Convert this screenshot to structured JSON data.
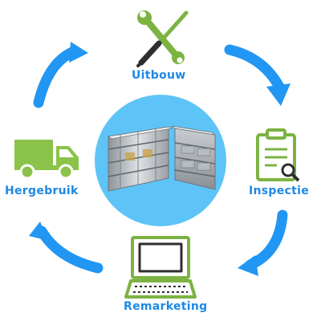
{
  "diagram": {
    "stages": [
      {
        "label": "Uitbouw",
        "icon": "tools-icon"
      },
      {
        "label": "Inspectie",
        "icon": "clipboard-search-icon"
      },
      {
        "label": "Remarketing",
        "icon": "computer-monitor-icon"
      },
      {
        "label": "Hergebruik",
        "icon": "truck-icon"
      }
    ],
    "center_image": "van-shelving-units-image",
    "colors": {
      "arrow": "#2196f3",
      "icon": "#7cb342",
      "label": "#1e88e5",
      "center_circle": "#5ec4f7"
    }
  }
}
